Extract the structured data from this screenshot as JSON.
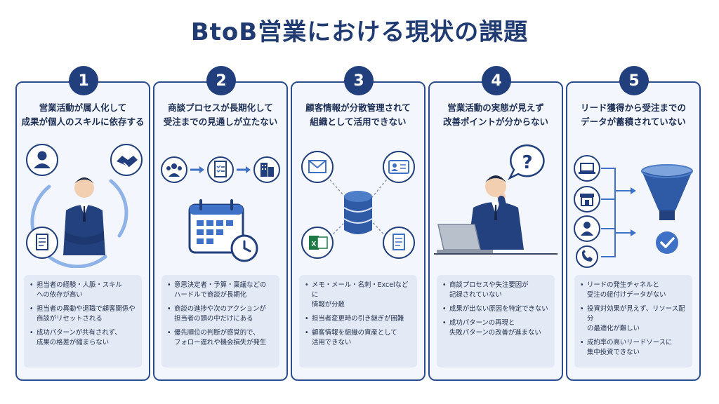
{
  "page": {
    "title": "BtoB営業における現状の課題"
  },
  "cards": [
    {
      "number": "1",
      "heading": [
        "営業活動が属人化して",
        "成果が個人のスキルに依存する"
      ],
      "items": [
        [
          "担当者の経験・人脈・スキル",
          "への依存が高い"
        ],
        [
          "担当者の異動や退職で顧客関係や",
          "商談がリセットされる"
        ],
        [
          "成功パターンが共有されず、",
          "成果の格差が縮まらない"
        ]
      ]
    },
    {
      "number": "2",
      "heading": [
        "商談プロセスが長期化して",
        "受注までの見通しが立たない"
      ],
      "items": [
        [
          "意思決定者・予算・稟議などの",
          "ハードルで商談が長期化"
        ],
        [
          "商談の進捗や次のアクションが",
          "担当者の頭の中だけにある"
        ],
        [
          "優先順位の判断が感覚的で、",
          "フォロー遅れや機会損失が発生"
        ]
      ]
    },
    {
      "number": "3",
      "heading": [
        "顧客情報が分散管理されて",
        "組織として活用できない"
      ],
      "items": [
        [
          "メモ・メール・名刺・Excelなどに",
          "情報が分散"
        ],
        [
          "担当者変更時の引き継ぎが困難"
        ],
        [
          "顧客情報を組織の資産として",
          "活用できない"
        ]
      ]
    },
    {
      "number": "4",
      "heading": [
        "営業活動の実態が見えず",
        "改善ポイントが分からない"
      ],
      "items": [
        [
          "商談プロセスや失注要因が",
          "記録されていない"
        ],
        [
          "成果が出ない原因を特定できない"
        ],
        [
          "成功パターンの再現と",
          "失敗パターンの改善が進まない"
        ]
      ]
    },
    {
      "number": "5",
      "heading": [
        "リード獲得から受注までの",
        "データが蓄積されていない"
      ],
      "items": [
        [
          "リードの発生チャネルと",
          "受注の紐付けデータがない"
        ],
        [
          "投資対効果が見えず、リソース配分",
          "の最適化が難しい"
        ],
        [
          "成約率の高いリードソースに",
          "集中投資できない"
        ]
      ]
    }
  ],
  "icons": {
    "card1": [
      "user-icon",
      "handshake-icon",
      "document-icon",
      "businessman-arms-crossed"
    ],
    "card2": [
      "team-icon",
      "checklist-icon",
      "building-icon",
      "calendar-clock-icon"
    ],
    "card3": [
      "mail-icon",
      "id-card-icon",
      "database-icon",
      "excel-icon",
      "document-icon"
    ],
    "card4": [
      "question-icon",
      "businessman-laptop"
    ],
    "card5": [
      "laptop-icon",
      "store-icon",
      "user-icon",
      "phone-icon",
      "funnel-icon",
      "check-icon"
    ]
  },
  "colors": {
    "primary": "#213f7d",
    "accent": "#3f72c6",
    "card_bg": "#f3f7fd",
    "list_bg": "#e3eaf6"
  }
}
